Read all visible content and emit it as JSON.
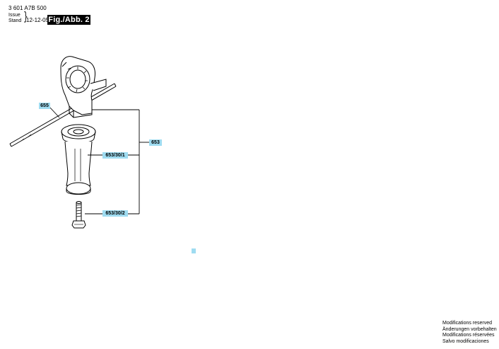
{
  "header": {
    "part_number": "3 601 A7B 500",
    "issue_label": "Issue",
    "stand_label": "Stand",
    "brace": "}",
    "date": "12-12-05",
    "figure_tag": "Fig./Abb. 2"
  },
  "callouts": {
    "c655": "655",
    "c653": "653",
    "c653_30_1": "653/30/1",
    "c653_30_2": "653/30/2"
  },
  "modifications": [
    "Modifications reserved",
    "Änderungen vorbehalten",
    "Modifications réservées",
    "Salvo modificaciones"
  ],
  "colors": {
    "callout_fill": "#9fdcf1",
    "line": "#000000",
    "background": "#ffffff"
  }
}
